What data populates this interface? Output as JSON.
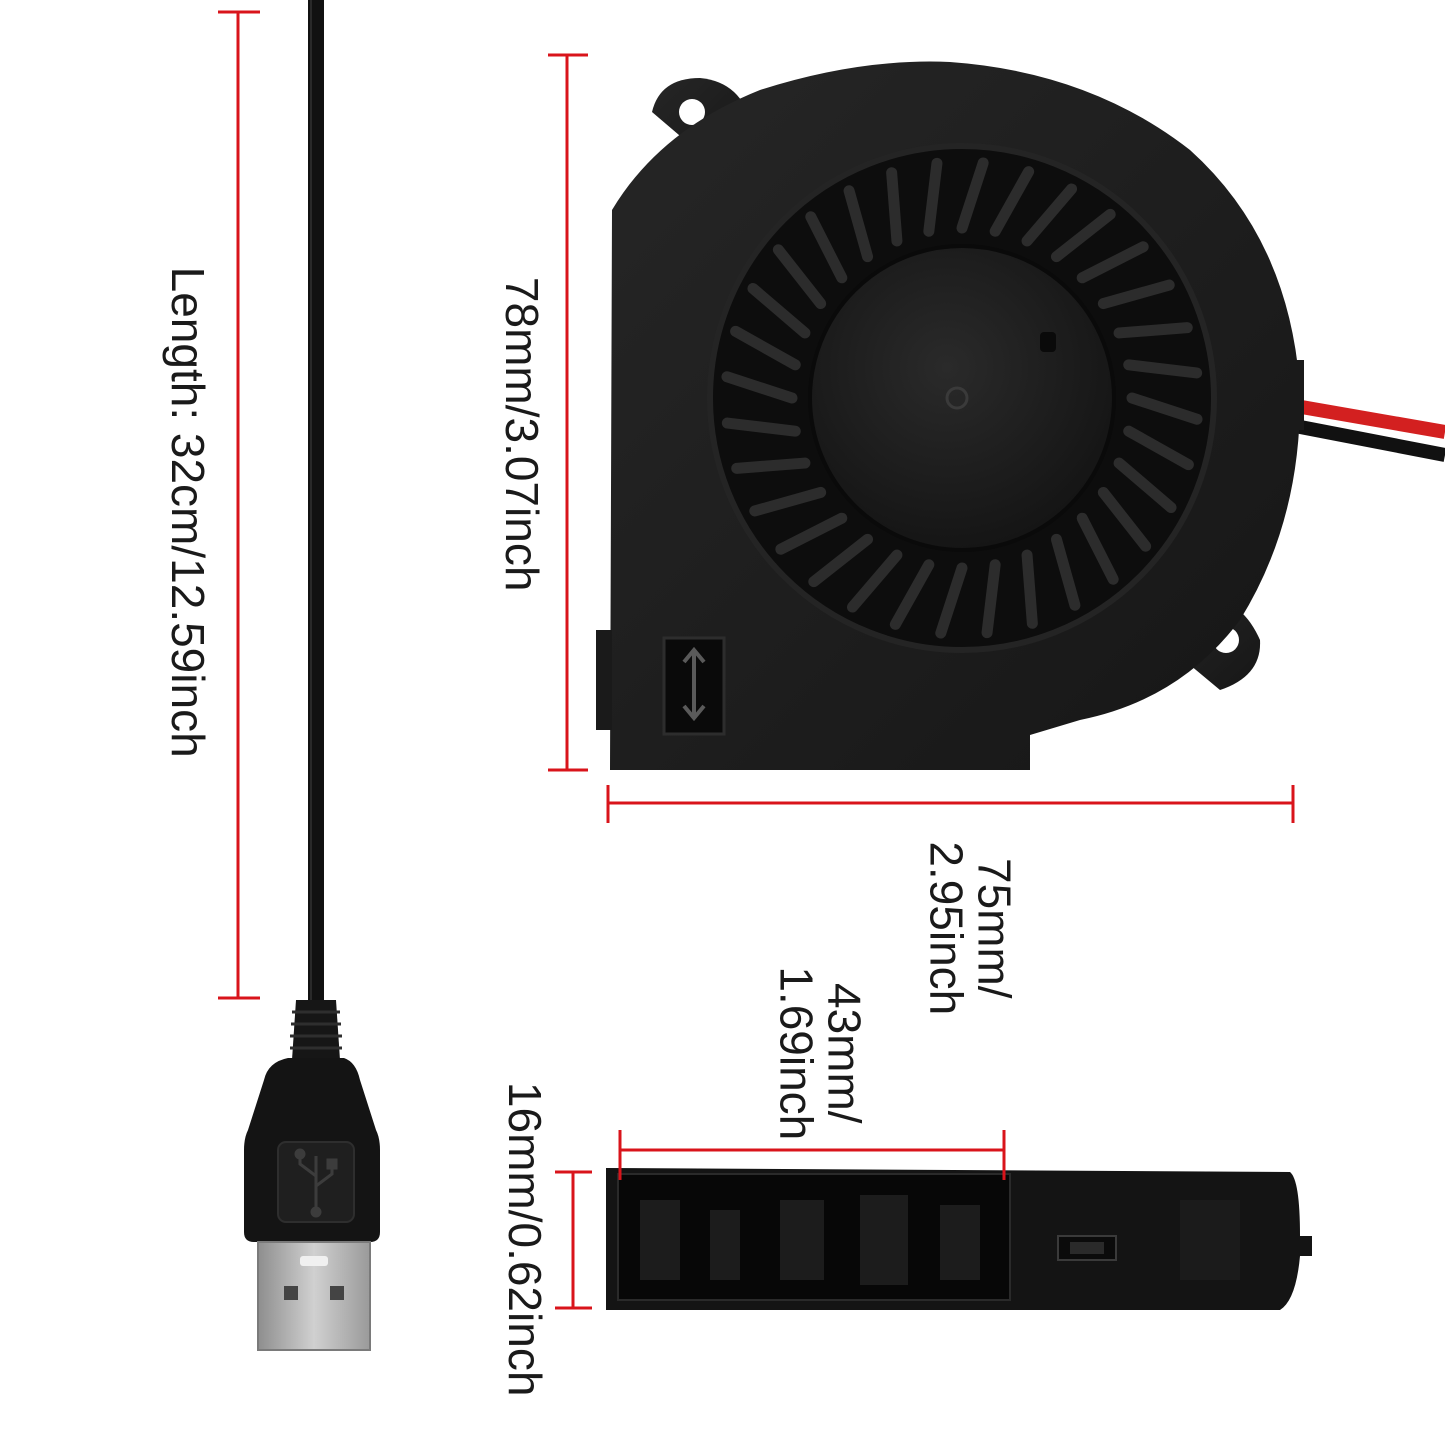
{
  "labels": {
    "cable_length": "Length: 32cm/12.59inch",
    "fan_height": "78mm/3.07inch",
    "fan_width_line1": "75mm/",
    "fan_width_line2": "2.95inch",
    "outlet_width_line1": "43mm/",
    "outlet_width_line2": "1.69inch",
    "fan_thickness": "16mm/0.62inch"
  },
  "colors": {
    "dimension_line": "#d9141b",
    "fan_body": "#1c1c1c",
    "fan_blade": "#0b0b0b",
    "cable": "#111111",
    "usb_metal": "#b8b8b8",
    "red_wire": "#d32020"
  },
  "icons": {
    "usb_symbol": "usb-icon",
    "airflow_marking": "airflow-arrow-icon"
  }
}
